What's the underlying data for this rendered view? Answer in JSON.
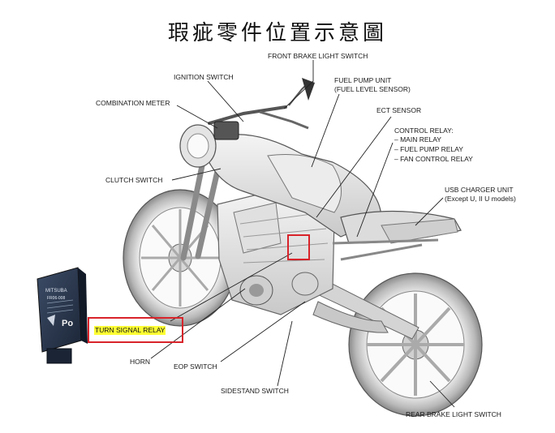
{
  "title": "瑕疵零件位置示意圖",
  "labels": {
    "front_brake_light_switch": "FRONT BRAKE LIGHT SWITCH",
    "ignition_switch": "IGNITION SWITCH",
    "fuel_pump_unit_1": "FUEL PUMP UNIT",
    "fuel_pump_unit_2": "(FUEL LEVEL SENSOR)",
    "combination_meter": "COMBINATION METER",
    "ect_sensor": "ECT SENSOR",
    "control_relay_1": "CONTROL RELAY:",
    "control_relay_2": "– MAIN RELAY",
    "control_relay_3": "– FUEL PUMP RELAY",
    "control_relay_4": "– FAN CONTROL RELAY",
    "clutch_switch": "CLUTCH SWITCH",
    "usb_charger_1": "USB CHARGER UNIT",
    "usb_charger_2": "(Except U, II U models)",
    "turn_signal_relay": "TURN SIGNAL RELAY",
    "horn": "HORN",
    "eop_switch": "EOP SWITCH",
    "sidestand_switch": "SIDESTAND SWITCH",
    "rear_brake_light_switch": "REAR BRAKE LIGHT SWITCH"
  },
  "relay_module": {
    "brand": "MITSUBA",
    "part": "FR06-008",
    "marking": "Po"
  },
  "colors": {
    "highlight_box": "#d8232a",
    "highlight_fill": "#ffff33"
  }
}
